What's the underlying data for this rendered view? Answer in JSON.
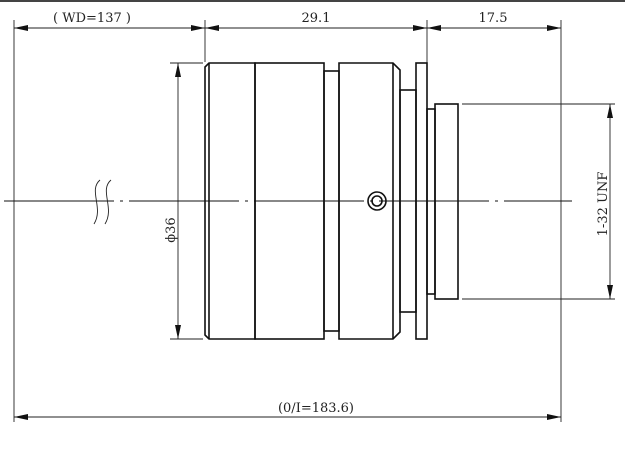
{
  "dimensions": {
    "working_distance": "( WD=137 )",
    "lens_length": "29.1",
    "back_length": "17.5",
    "diameter": "ϕ36",
    "mount_thread": "1-32 UNF",
    "object_to_image": "(0/I=183.6)"
  }
}
